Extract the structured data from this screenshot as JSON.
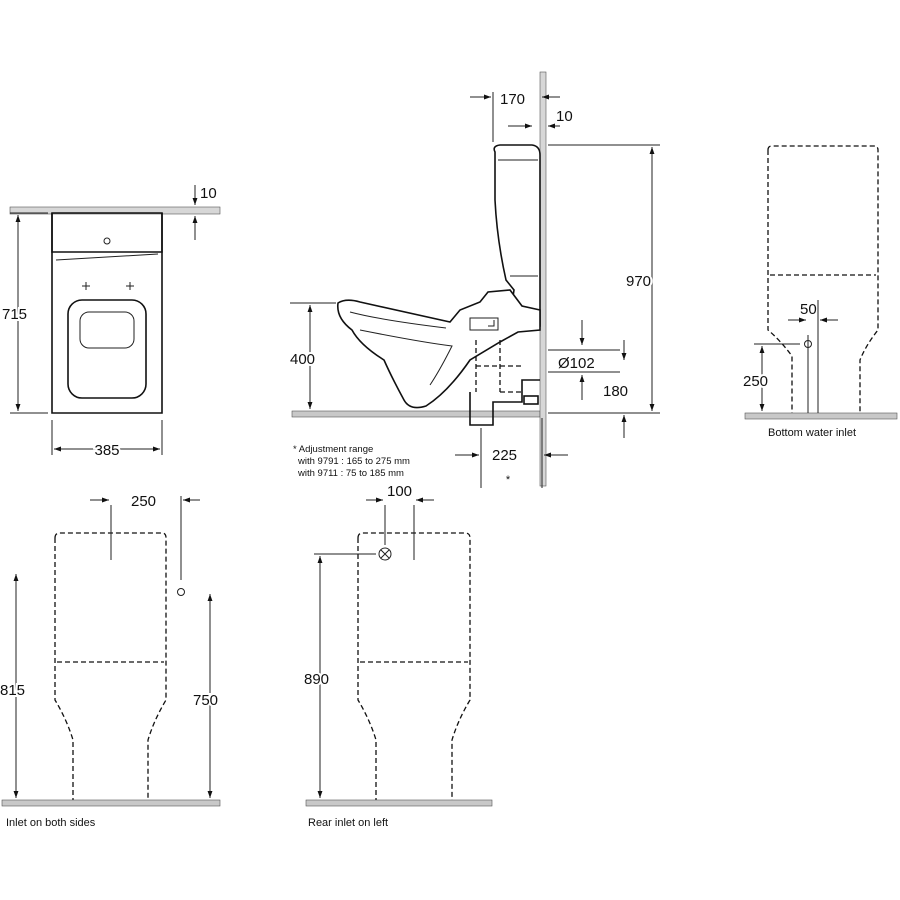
{
  "top_view": {
    "dim_width": "385",
    "dim_depth": "715",
    "dim_wall_gap": "10"
  },
  "side_view": {
    "dim_tank_depth": "170",
    "dim_tank_gap": "10",
    "dim_total_height": "970",
    "dim_seat_height": "400",
    "dim_outlet_diameter": "Ø102",
    "dim_outlet_height": "180",
    "dim_outlet_distance": "225",
    "outlet_footnote_mark": "*",
    "note_line1": "* Adjustment range",
    "note_line2": "with 9791 : 165 to 275 mm",
    "note_line3": "with 9711 :  75 to 185 mm"
  },
  "bottom_inlet_view": {
    "dim_inlet_offset": "50",
    "dim_inlet_height": "250",
    "caption": "Bottom water inlet"
  },
  "side_inlet_view": {
    "dim_inlet_offset": "250",
    "dim_total_height": "815",
    "dim_inlet_height": "750",
    "caption": "Inlet on both sides"
  },
  "rear_inlet_view": {
    "dim_inlet_offset": "100",
    "dim_total_height": "890",
    "caption": "Rear inlet on left"
  }
}
